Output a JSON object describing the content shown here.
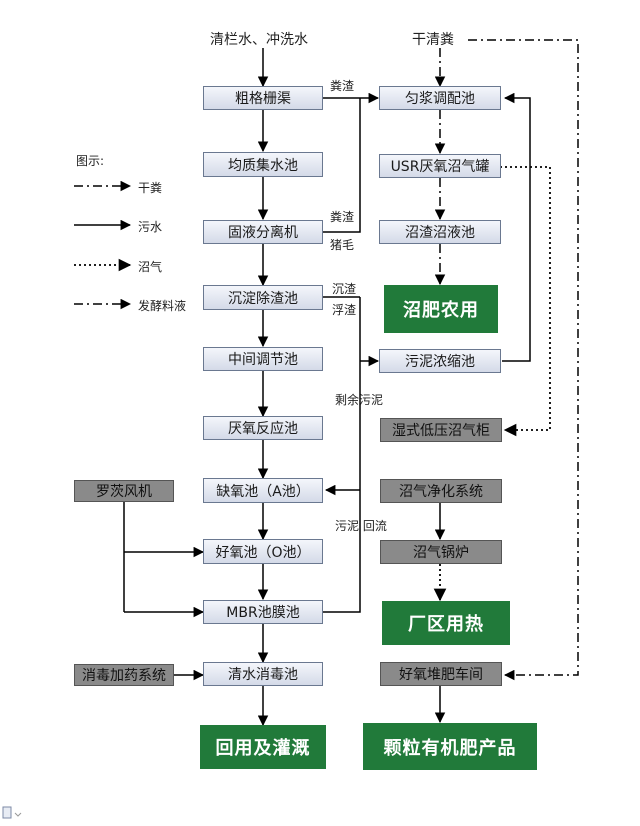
{
  "sources": {
    "water": "清栏水、冲洗水",
    "dry_manure": "干清粪"
  },
  "left_chain": {
    "coarse_grid": "粗格栅渠",
    "equalize_tank": "均质集水池",
    "solid_liquid_separator": "固液分离机",
    "settling_tank": "沉淀除渣池",
    "middle_tank": "中间调节池",
    "anaerobic_reactor": "厌氧反应池",
    "anoxic_tank": "缺氧池（A池）",
    "aerobic_tank": "好氧池（O池）",
    "mbr_tank": "MBR池膜池",
    "disinfection_tank": "清水消毒池"
  },
  "side_boxes": {
    "blower": "罗茨风机",
    "dosing": "消毒加药系统"
  },
  "right_chain": {
    "mixing_tank": "匀浆调配池",
    "usr_tank": "USR厌氧沼气罐",
    "digestate_tank": "沼渣沼液池",
    "sludge_thickener": "污泥浓缩池",
    "gas_holder": "湿式低压沼气柜",
    "gas_purify": "沼气净化系统",
    "gas_boiler": "沼气锅炉",
    "compost_workshop": "好氧堆肥车间"
  },
  "outputs": {
    "farm_use": "沼肥农用",
    "plant_heat": "厂区用热",
    "reuse_irrigation": "回用及灌溉",
    "organic_fertilizer": "颗粒有机肥产品"
  },
  "edge_labels": {
    "manure_residue_1": "粪渣",
    "manure_residue_2": "粪渣",
    "pig_hair": "猪毛",
    "settled_residue": "沉渣",
    "floating_residue": "浮渣",
    "excess_sludge": "剩余污泥",
    "sludge_return": "污泥 回流"
  },
  "legend": {
    "title": "图示:",
    "dry_manure": "干粪",
    "wastewater": "污水",
    "biogas": "沼气",
    "fermentation_liquid": "发酵料液"
  },
  "colors": {
    "light_box": "#dfe3ee",
    "dark_box": "#8a8a8a",
    "output_green": "#217a3a",
    "line": "#000000"
  }
}
